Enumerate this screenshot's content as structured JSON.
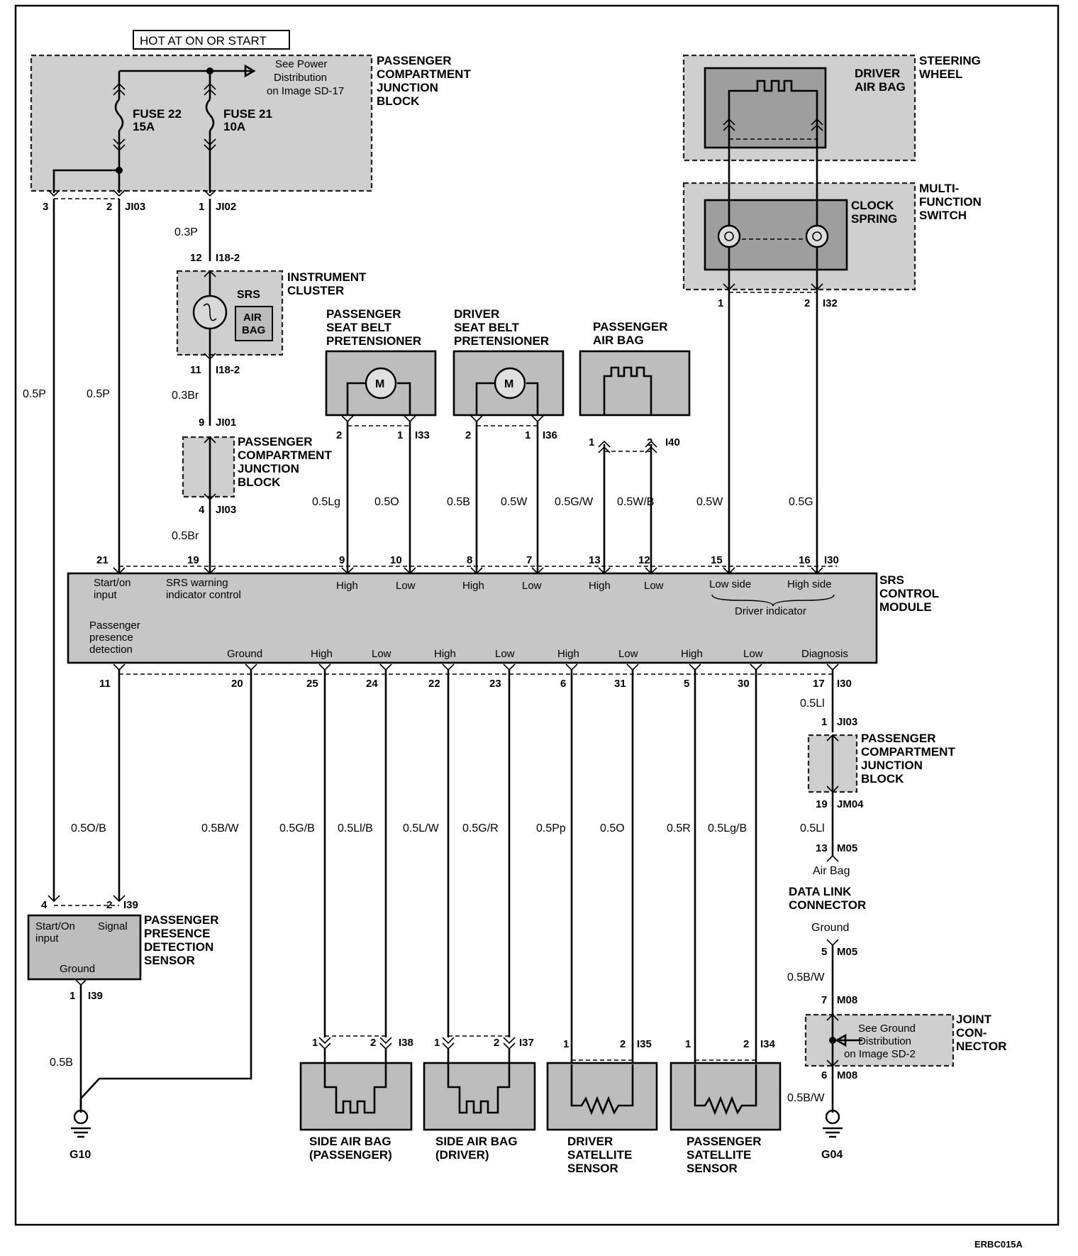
{
  "top_label": "HOT AT ON OR START",
  "footer_code": "ERBC015A",
  "pcjb_top": {
    "lines": [
      "PASSENGER",
      "COMPARTMENT",
      "JUNCTION",
      "BLOCK"
    ],
    "see_power": [
      "See Power",
      "Distribution",
      "on Image SD-17"
    ],
    "fuse22": [
      "FUSE 22",
      "15A"
    ],
    "fuse21": [
      "FUSE 21",
      "10A"
    ]
  },
  "pins_top": {
    "p3": "3",
    "p2": "2",
    "c_j103": "JI03",
    "p1": "1",
    "c_j102": "JI02"
  },
  "wire_03p": "0.3P",
  "cluster": {
    "pin12": "12",
    "conn_a": "I18-2",
    "pin11": "11",
    "conn_b": "I18-2",
    "lines": [
      "INSTRUMENT",
      "CLUSTER"
    ],
    "srs": "SRS",
    "airbag": [
      "AIR",
      "BAG"
    ]
  },
  "wire_03br": "0.3Br",
  "pcjb_mid": {
    "pin9": "9",
    "conn_a": "JI01",
    "pin4": "4",
    "conn_b": "JI03",
    "lines": [
      "PASSENGER",
      "COMPARTMENT",
      "JUNCTION",
      "BLOCK"
    ]
  },
  "wire_05br": "0.5Br",
  "left_wires": {
    "w1": "0.5P",
    "w2": "0.5P"
  },
  "psbp": {
    "title": [
      "PASSENGER",
      "SEAT BELT",
      "PRETENSIONER"
    ],
    "motor": "M",
    "p2": "2",
    "p1": "1",
    "conn": "I33",
    "w1": "0.5Lg",
    "w2": "0.5O"
  },
  "dsbp": {
    "title": [
      "DRIVER",
      "SEAT BELT",
      "PRETENSIONER"
    ],
    "motor": "M",
    "p2": "2",
    "p1": "1",
    "conn": "I36",
    "w1": "0.5B",
    "w2": "0.5W"
  },
  "pab": {
    "title": [
      "PASSENGER",
      "AIR BAG"
    ],
    "p1": "1",
    "p2": "2",
    "conn": "I40",
    "w1": "0.5G/W",
    "w2": "0.5W/B"
  },
  "steering": {
    "lines": [
      "STEERING",
      "WHEEL"
    ],
    "driver_airbag": [
      "DRIVER",
      "AIR BAG"
    ]
  },
  "mfs": {
    "lines": [
      "MULTI-",
      "FUNCTION",
      "SWITCH"
    ],
    "clock": [
      "CLOCK",
      "SPRING"
    ],
    "p1": "1",
    "p2": "2",
    "conn": "I32",
    "w1": "0.5W",
    "w2": "0.5G"
  },
  "srs_module": {
    "title": [
      "SRS",
      "CONTROL",
      "MODULE"
    ],
    "top_pins": [
      "21",
      "19",
      "9",
      "10",
      "8",
      "7",
      "13",
      "12",
      "15",
      "16"
    ],
    "top_conn": "I30",
    "top_labels": {
      "start_on": [
        "Start/on",
        "input"
      ],
      "srs_warn": [
        "SRS warning",
        "indicator control"
      ],
      "high1": "High",
      "low1": "Low",
      "high2": "High",
      "low2": "Low",
      "high3": "High",
      "low3": "Low",
      "low_side": "Low side",
      "high_side": "High side",
      "driver_ind": "Driver indicator"
    },
    "bottom_labels": {
      "ppd": [
        "Passenger",
        "presence",
        "detection"
      ],
      "ground": "Ground",
      "high1": "High",
      "low1": "Low",
      "high2": "High",
      "low2": "Low",
      "high3": "High",
      "low3": "Low",
      "high4": "High",
      "low4": "Low",
      "diagnosis": "Diagnosis"
    },
    "bottom_pins": [
      "11",
      "20",
      "25",
      "24",
      "22",
      "23",
      "6",
      "31",
      "5",
      "30",
      "17"
    ],
    "bottom_conn": "I30"
  },
  "bottom_wires": [
    "0.5O/B",
    "0.5B/W",
    "0.5G/B",
    "0.5Ll/B",
    "0.5L/W",
    "0.5G/R",
    "0.5Pp",
    "0.5O",
    "0.5R",
    "0.5Lg/B"
  ],
  "ppds": {
    "p4": "4",
    "p2": "2",
    "conn": "I39",
    "start_on": [
      "Start/On",
      "input"
    ],
    "signal": "Signal",
    "ground": "Ground",
    "lines": [
      "PASSENGER",
      "PRESENCE",
      "DETECTION",
      "SENSOR"
    ],
    "p1": "1",
    "conn2": "I39",
    "wire": "0.5B",
    "gnd": "G10"
  },
  "sab_p": {
    "p1": "1",
    "p2": "2",
    "conn": "I38",
    "name": [
      "SIDE AIR BAG",
      "(PASSENGER)"
    ]
  },
  "sab_d": {
    "p1": "1",
    "p2": "2",
    "conn": "I37",
    "name": [
      "SIDE AIR BAG",
      "(DRIVER)"
    ]
  },
  "dss": {
    "p1": "1",
    "p2": "2",
    "conn": "I35",
    "name": [
      "DRIVER",
      "SATELLITE",
      "SENSOR"
    ]
  },
  "pss": {
    "p1": "1",
    "p2": "2",
    "conn": "I34",
    "name": [
      "PASSENGER",
      "SATELLITE",
      "SENSOR"
    ]
  },
  "right_chain": {
    "w_05ll_a": "0.5Ll",
    "p1": "1",
    "c_j103": "JI03",
    "pcjb": [
      "PASSENGER",
      "COMPARTMENT",
      "JUNCTION",
      "BLOCK"
    ],
    "p19": "19",
    "c_jm04": "JM04",
    "w_05ll_b": "0.5Ll",
    "p13": "13",
    "c_m05a": "M05",
    "airbag": "Air Bag",
    "dlc": [
      "DATA LINK",
      "CONNECTOR"
    ],
    "ground": "Ground",
    "p5": "5",
    "c_m05b": "M05",
    "w_05bw_a": "0.5B/W",
    "p7": "7",
    "c_m08a": "M08",
    "jc": [
      "JOINT",
      "CON-",
      "NECTOR"
    ],
    "see_ground": [
      "See Ground",
      "Distribution",
      "on Image SD-2"
    ],
    "p6": "6",
    "c_m08b": "M08",
    "w_05bw_b": "0.5B/W",
    "gnd": "G04"
  }
}
